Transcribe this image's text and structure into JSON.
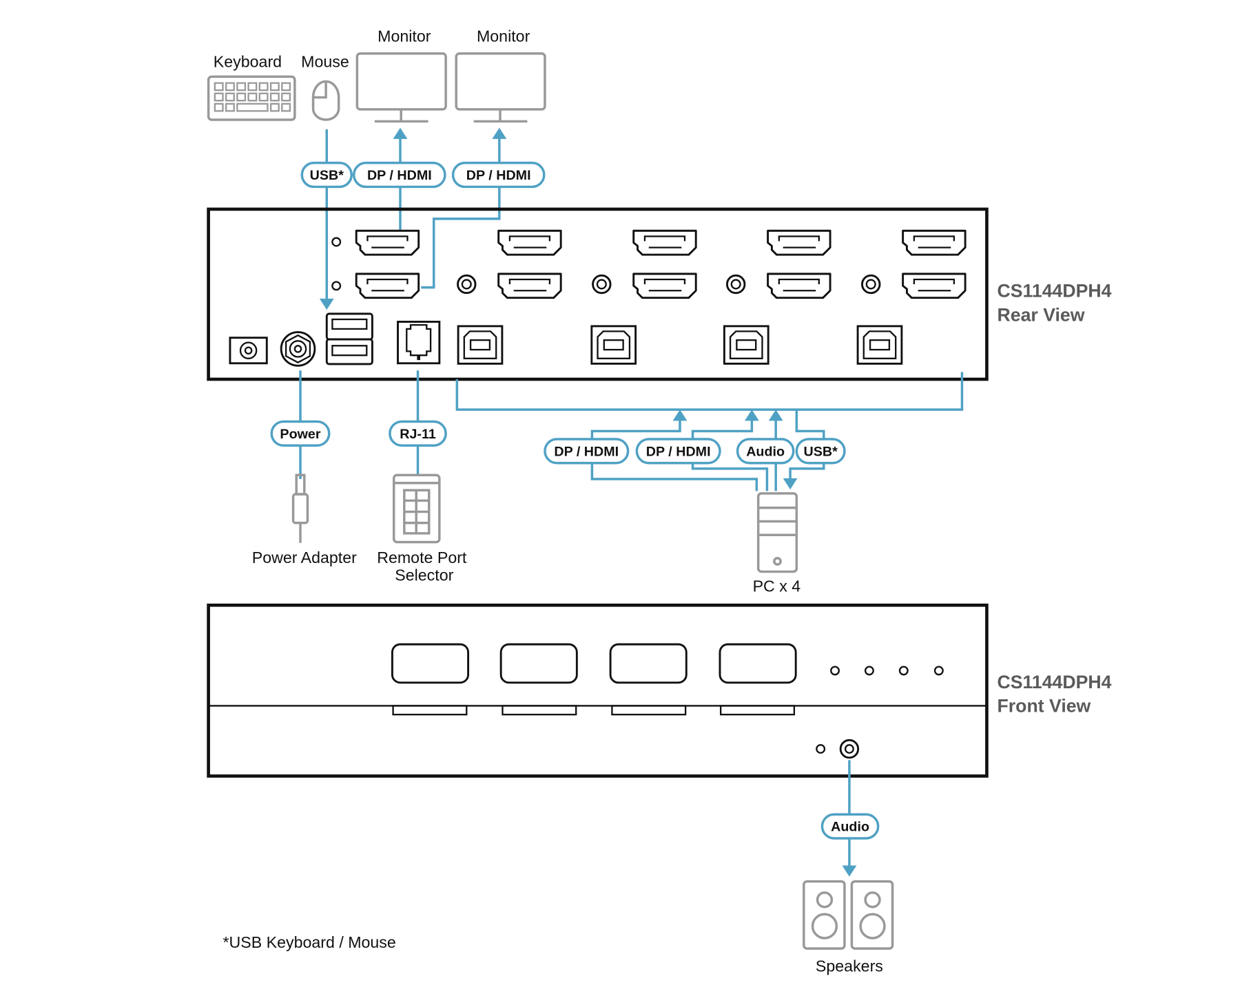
{
  "peripherals": {
    "keyboard": "Keyboard",
    "mouse": "Mouse",
    "monitor1": "Monitor",
    "monitor2": "Monitor",
    "power_adapter": "Power Adapter",
    "remote_line1": "Remote Port",
    "remote_line2": "Selector",
    "pc": "PC x 4",
    "speakers": "Speakers"
  },
  "cables": {
    "usb_top": "USB*",
    "dp_top1": "DP / HDMI",
    "dp_top2": "DP / HDMI",
    "power": "Power",
    "rj11": "RJ-11",
    "pc_dp1": "DP / HDMI",
    "pc_dp2": "DP / HDMI",
    "pc_audio": "Audio",
    "pc_usb": "USB*",
    "front_audio": "Audio"
  },
  "devices": {
    "rear_model": "CS1144DPH4",
    "rear_view": "Rear View",
    "front_model": "CS1144DPH4",
    "front_view": "Front View"
  },
  "footnote": "*USB Keyboard / Mouse",
  "colors": {
    "cable": "#4fa1c4",
    "peripheral": "#999999",
    "device": "#111111",
    "title": "#5a5a5a"
  }
}
